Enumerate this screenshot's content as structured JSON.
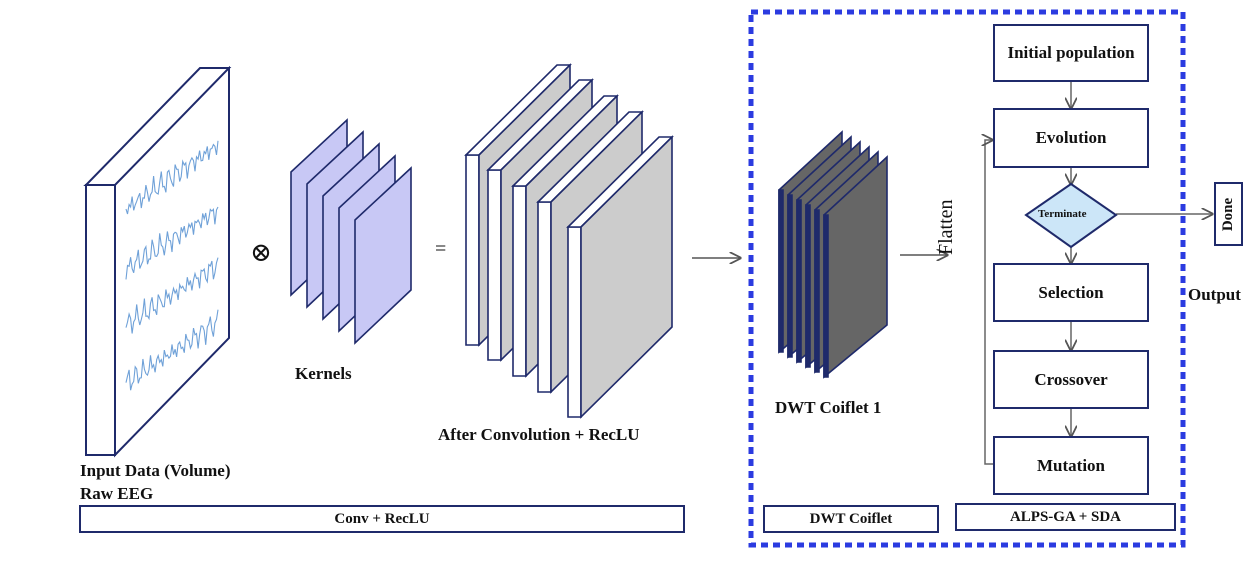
{
  "input_label_line1": "Input Data (Volume)",
  "input_label_line2": "Raw EEG",
  "kernels_label": "Kernels",
  "after_conv_label": "After Convolution + RecLU",
  "dwt_label": "DWT Coiflet 1",
  "conv_box_label": "Conv + RecLU",
  "dwt_box_label": "DWT Coiflet",
  "alps_box_label": "ALPS-GA + SDA",
  "flatten_label": "Flatten",
  "output_label": "Output",
  "done_label": "Done",
  "operator_convolve": "⊗",
  "operator_equals": "=",
  "flow": {
    "initial_population": "Initial population",
    "evolution": "Evolution",
    "terminate": "Terminate",
    "selection": "Selection",
    "crossover": "Crossover",
    "mutation": "Mutation"
  },
  "colors": {
    "outline": "#1f2a6b",
    "kernel_fill": "#c8c8f5",
    "feature_fill": "#cccccc",
    "dwt_fill": "#666666",
    "diamond_fill": "#cce6f8",
    "dashed_border": "#2b3be0",
    "signal": "#6fa1d8"
  }
}
